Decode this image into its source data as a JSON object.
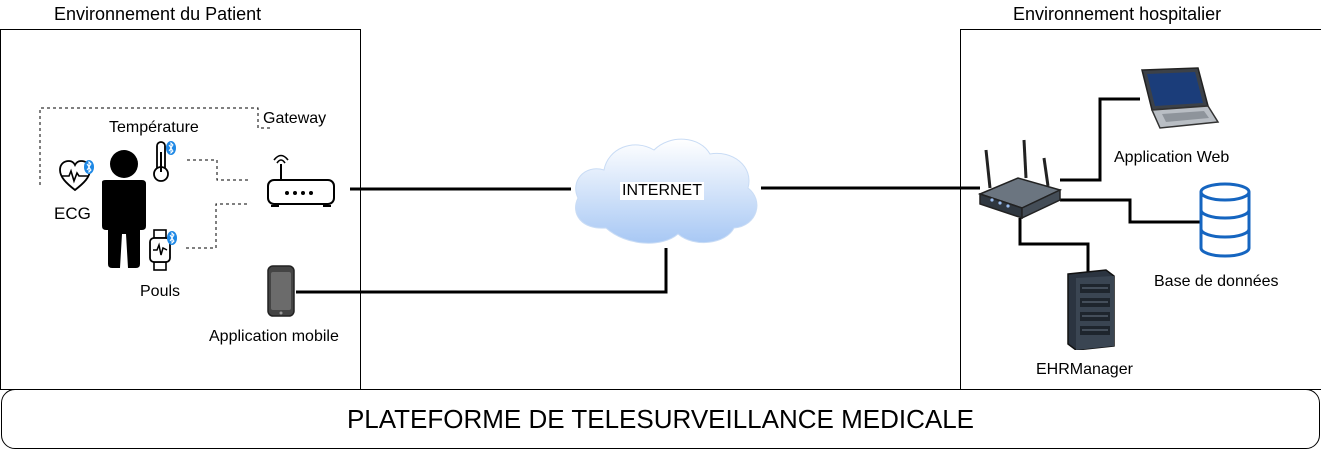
{
  "patient_env": {
    "title": "Environnement du Patient",
    "sensors": {
      "temperature": "Température",
      "ecg": "ECG",
      "pulse": "Pouls"
    },
    "gateway": "Gateway",
    "mobile_app": "Application mobile"
  },
  "network": {
    "internet": "INTERNET"
  },
  "hospital_env": {
    "title": "Environnement hospitalier",
    "web_app": "Application Web",
    "database": "Base de données",
    "ehr": "EHRManager"
  },
  "platform": {
    "title": "PLATEFORME DE TELESURVEILLANCE MEDICALE"
  },
  "colors": {
    "bluetooth": "#1e88e5",
    "cloud_top": "#ffffff",
    "cloud_bottom": "#a8c8f4",
    "db_blue": "#1565c0",
    "server_dark": "#2b3440"
  }
}
